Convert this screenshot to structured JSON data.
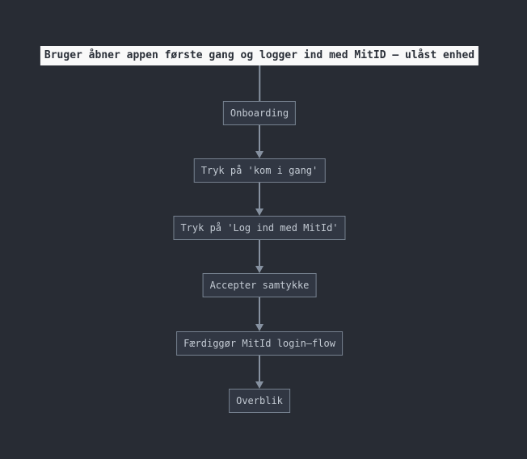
{
  "diagram": {
    "type": "flowchart-top-down",
    "title_node": {
      "label": "Bruger åbner appen første gang og logger ind med MitID – ulåst enhed"
    },
    "nodes": [
      {
        "label": "Onboarding"
      },
      {
        "label": "Tryk på 'kom i gang'"
      },
      {
        "label": "Tryk på 'Log ind med MitId'"
      },
      {
        "label": "Accepter samtykke"
      },
      {
        "label": "Færdiggør MitId login–flow"
      },
      {
        "label": "Overblik"
      }
    ],
    "edges": [
      {
        "from": "Bruger åbner appen første gang og logger ind med MitID – ulåst enhed",
        "to": "Onboarding",
        "arrowhead": false
      },
      {
        "from": "Onboarding",
        "to": "Tryk på 'kom i gang'",
        "arrowhead": true
      },
      {
        "from": "Tryk på 'kom i gang'",
        "to": "Tryk på 'Log ind med MitId'",
        "arrowhead": true
      },
      {
        "from": "Tryk på 'Log ind med MitId'",
        "to": "Accepter samtykke",
        "arrowhead": true
      },
      {
        "from": "Accepter samtykke",
        "to": "Færdiggør MitId login–flow",
        "arrowhead": true
      },
      {
        "from": "Færdiggør MitId login–flow",
        "to": "Overblik",
        "arrowhead": true
      }
    ],
    "colors": {
      "background": "#282c34",
      "node_fill": "#313743",
      "node_border": "#76818f",
      "node_text": "#c2c9d2",
      "edge": "#8691a0",
      "title_fill": "#f9f9f9",
      "title_text": "#2b3039"
    }
  }
}
